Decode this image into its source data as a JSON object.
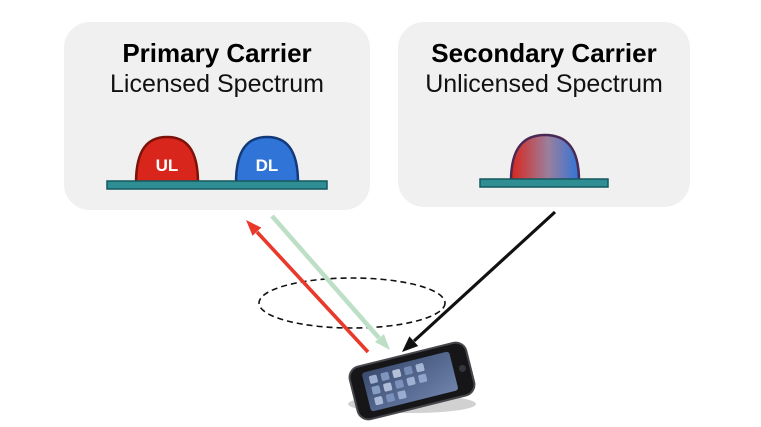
{
  "primary_carrier": {
    "title": "Primary Carrier",
    "subtitle": "Licensed Spectrum",
    "ul_label": "UL",
    "dl_label": "DL"
  },
  "secondary_carrier": {
    "title": "Secondary Carrier",
    "subtitle": "Unlicensed Spectrum"
  },
  "colors": {
    "box_background": "#f0f0f0",
    "ul_red": "#d9261c",
    "ul_red_outline": "#7c1208",
    "dl_blue": "#3174d8",
    "dl_blue_outline": "#123a7a",
    "spectrum_baseline": "#2e8e93",
    "spectrum_baseline_outline": "#14595e",
    "uplink_arrow_red": "#e8392b",
    "downlink_arrow_green": "#bcdfc6",
    "unlicensed_arrow_black": "#111111"
  }
}
